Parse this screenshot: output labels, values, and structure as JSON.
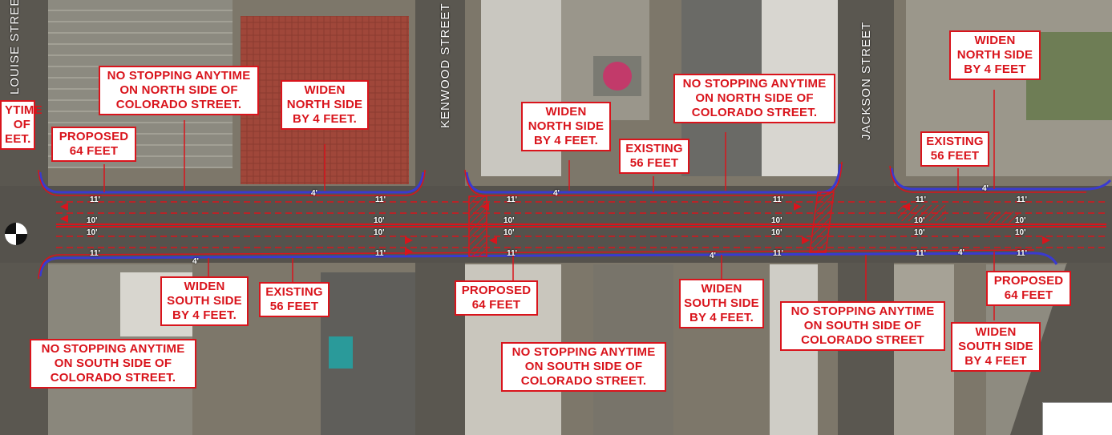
{
  "streets": {
    "louise": "LOUISE STREET",
    "kenwood": "KENWOOD STREET",
    "jackson": "JACKSON STREET"
  },
  "callouts": {
    "no_stop_north_1": "NO STOPPING ANYTIME\nON NORTH SIDE OF\nCOLORADO STREET.",
    "widen_north_1": "WIDEN\nNORTH SIDE\nBY 4 FEET.",
    "proposed_64_1": "PROPOSED\n64 FEET",
    "partial_left": "YTIME\nOF\nEET.",
    "widen_south_1": "WIDEN\nSOUTH SIDE\nBY 4 FEET.",
    "existing_56_1": "EXISTING\n56 FEET",
    "no_stop_south_1": "NO STOPPING ANYTIME\nON SOUTH SIDE OF\nCOLORADO STREET.",
    "widen_north_2": "WIDEN\nNORTH SIDE\nBY 4 FEET.",
    "existing_56_2": "EXISTING\n56 FEET",
    "no_stop_north_2": "NO STOPPING ANYTIME\nON NORTH SIDE OF\nCOLORADO STREET.",
    "proposed_64_2": "PROPOSED\n64 FEET",
    "no_stop_south_2": "NO STOPPING ANYTIME\nON SOUTH SIDE OF\nCOLORADO STREET.",
    "widen_south_2": "WIDEN\nSOUTH SIDE\nBY 4 FEET.",
    "no_stop_south_3": "NO STOPPING ANYTIME\nON SOUTH SIDE OF\nCOLORADO STREET",
    "widen_north_3": "WIDEN\nNORTH SIDE\nBY 4 FEET",
    "existing_56_3": "EXISTING\n56 FEET",
    "proposed_64_3": "PROPOSED\n64 FEET",
    "widen_south_3": "WIDEN\nSOUTH SIDE\nBY 4 FEET"
  },
  "lane_widths": {
    "w11": "11'",
    "w10": "10'",
    "w4": "4'"
  },
  "colors": {
    "markup_red": "#d9141c",
    "curb_blue": "#3a3ad0",
    "road": "#55524c"
  }
}
